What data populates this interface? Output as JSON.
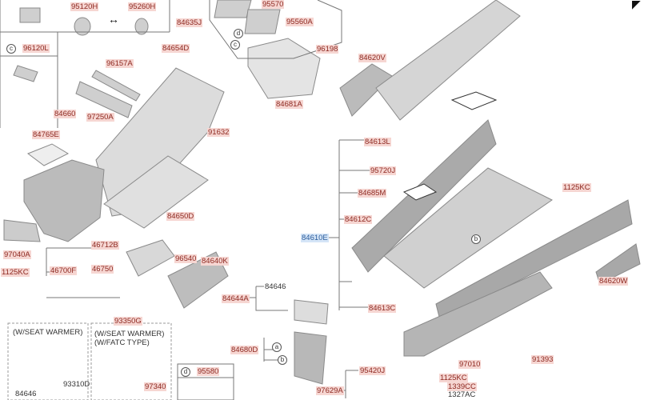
{
  "title": "Console parts exploded diagram",
  "labels": {
    "p95120H": "95120H",
    "p95260H": "95260H",
    "p96120L": "96120L",
    "p95570": "95570",
    "p95560A": "95560A",
    "p84635J": "84635J",
    "p96198": "96198",
    "p84654D": "84654D",
    "p96157A": "96157A",
    "p97250A": "97250A",
    "p84660": "84660",
    "p84765E": "84765E",
    "p84681A": "84681A",
    "p91632": "91632",
    "p84620V": "84620V",
    "p84613L": "84613L",
    "p95720J": "95720J",
    "p84685M": "84685M",
    "p84612C": "84612C",
    "p84610E": "84610E",
    "p84613C": "84613C",
    "p1125KC_a": "1125KC",
    "p84620W": "84620W",
    "p84650D": "84650D",
    "p97040A": "97040A",
    "p1125KC_b": "1125KC",
    "p46700F": "46700F",
    "p46712B": "46712B",
    "p46750": "46750",
    "p96540": "96540",
    "p84640K": "84640K",
    "p84646_a": "84646",
    "p84644A": "84644A",
    "p93350G": "93350G",
    "p84646_b": "84646",
    "p93310D": "93310D",
    "p97340": "97340",
    "p95580": "95580",
    "p84680D": "84680D",
    "p97629A": "97629A",
    "p95420J": "95420J",
    "p97010": "97010",
    "p91393": "91393",
    "p1125KC_c": "1125KC",
    "p1339CC": "1339CC",
    "p1327AC": "1327AC"
  },
  "notes": {
    "seat_warmer": "(W/SEAT WARMER)",
    "seat_warmer2": "(W/SEAT WARMER)",
    "fatc_type": "(W/FATC TYPE)"
  },
  "callouts": {
    "a": "a",
    "b": "b",
    "c": "c",
    "d": "d"
  },
  "icons": {
    "swap": "↔",
    "corner": "◤"
  },
  "colors": {
    "label_bg": "#f6d6d2",
    "label_text": "#8e2a22",
    "selected_bg": "#d5e5f7",
    "selected_text": "#2c5d9c"
  }
}
